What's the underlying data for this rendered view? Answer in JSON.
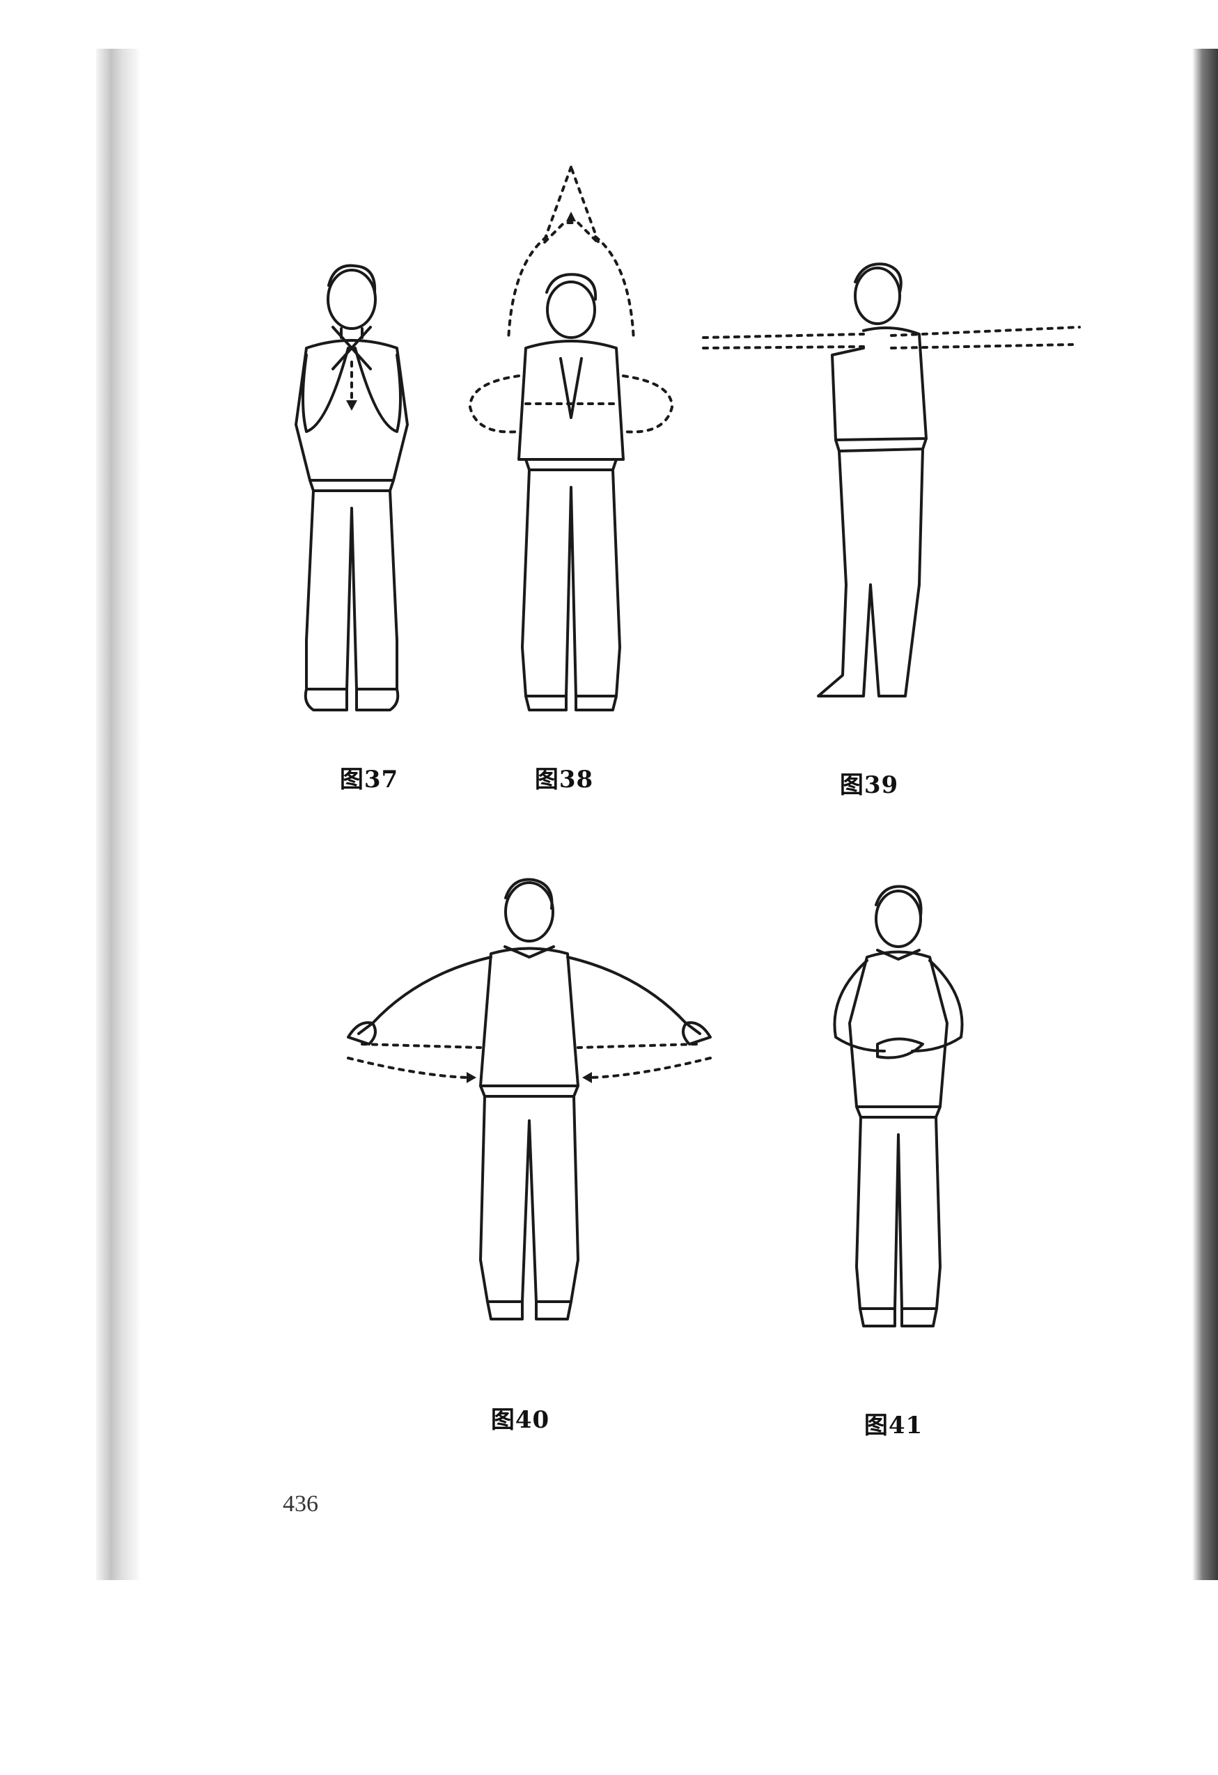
{
  "figures": [
    {
      "caption": "图37"
    },
    {
      "caption": "图38"
    },
    {
      "caption": "图39"
    },
    {
      "caption": "图40"
    },
    {
      "caption": "图41"
    }
  ],
  "page_number": "436"
}
